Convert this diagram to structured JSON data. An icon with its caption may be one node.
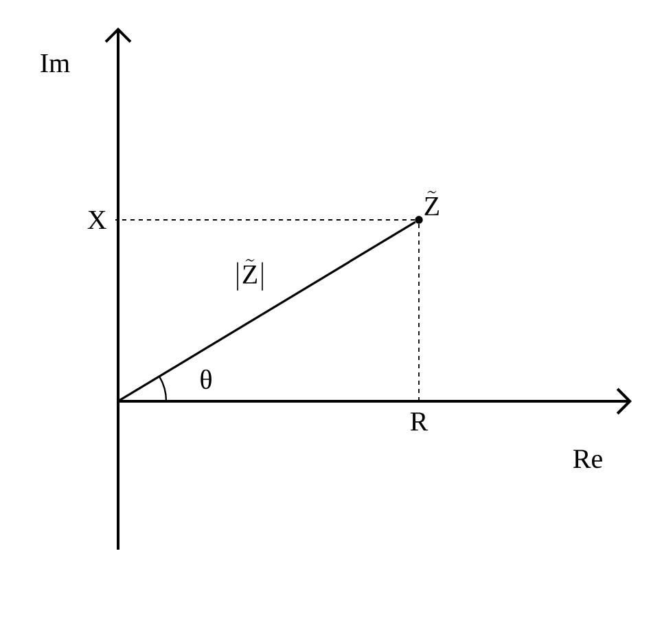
{
  "diagram": {
    "nodes": [
      {
        "text": [
          "\\tilde{\\mathrm{Z}}"
        ]
      },
      {
        "text": [
          "X"
        ]
      },
      {
        "text": [
          "R"
        ]
      }
    ],
    "edges": [
      {
        "from": null,
        "to": 0,
        "arrow": "none",
        "label": "|\\tilde{\\mathrm{Z}}|"
      },
      {
        "from": 0,
        "to": 1,
        "arrow": "none",
        "style": "dashed"
      },
      {
        "from": 0,
        "to": 2,
        "arrow": "none",
        "style": "dashed"
      }
    ],
    "labels": [
      "Im",
      "θ",
      "Re"
    ]
  }
}
